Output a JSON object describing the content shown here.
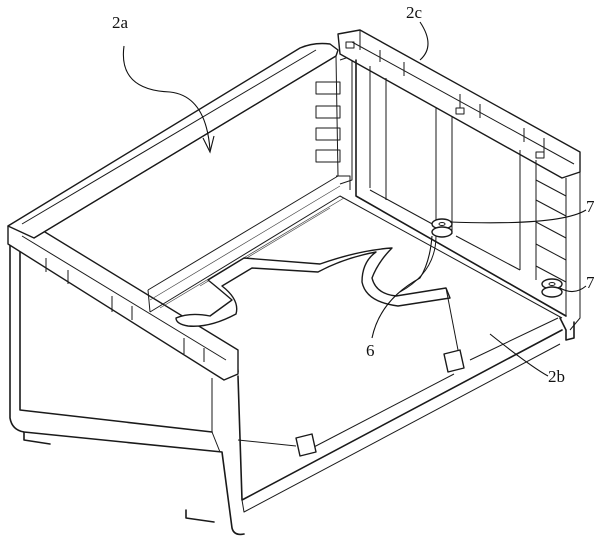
{
  "labels": {
    "upper_opening": "2a",
    "rear_wall": "2c",
    "floor": "2b",
    "center_plate": "6",
    "fastener_upper": "7",
    "fastener_lower": "7"
  }
}
